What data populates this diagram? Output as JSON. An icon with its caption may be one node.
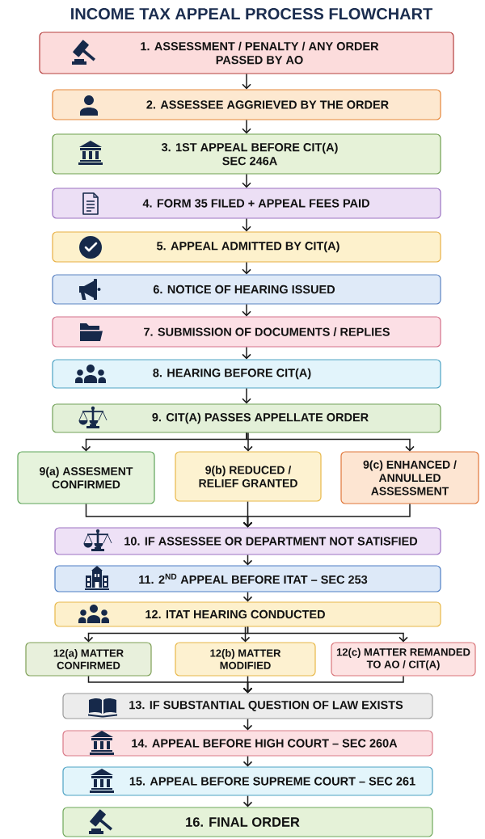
{
  "diagram": {
    "title": "INCOME TAX APPEAL PROCESS FLOWCHART",
    "nodes": [
      {
        "text": [
          "1. ASSESSMENT / PENALTY / ANY ORDER PASSED BY AO"
        ]
      },
      {
        "text": [
          "2. ASSESSEE AGGRIEVED BY THE ORDER"
        ]
      },
      {
        "text": [
          "3. 1ST APPEAL BEFORE CIT(A) SEC 246A"
        ]
      },
      {
        "text": [
          "4. FORM 35 FILED + APPEAL FEES PAID"
        ]
      },
      {
        "text": [
          "5. APPEAL ADMITTED BY CIT(A)"
        ]
      },
      {
        "text": [
          "6. NOTICE OF HEARING ISSUED"
        ]
      },
      {
        "text": [
          "7. SUBMISSION OF DOCUMENTS / REPLIES"
        ]
      },
      {
        "text": [
          "8. HEARING BEFORE CIT(A)"
        ]
      },
      {
        "text": [
          "9. CIT(A) PASSES APPELLATE ORDER"
        ]
      },
      {
        "text": [
          "9(a) ASSESMENT CONFIRMED"
        ]
      },
      {
        "text": [
          "9(b) REDUCED / RELIEF GRANTED"
        ]
      },
      {
        "text": [
          "9(c) ENHANCED / ANNULLED ASSESSMENT"
        ]
      },
      {
        "text": [
          "10. IF ASSESSEE OR DEPARTMENT NOT SATISFIED"
        ]
      },
      {
        "text": [
          "11. 2$^{ND}$ APPEAL BEFORE ITAT – SEC 253"
        ]
      },
      {
        "text": [
          "12. ITAT HEARING CONDUCTED"
        ]
      },
      {
        "text": [
          "12(a) MATTER CONFIRMED"
        ]
      },
      {
        "text": [
          "12(b) MATTER MODIFIED"
        ]
      },
      {
        "text": [
          "12(c) MATTER REMANDED TO AO / CIT(A)"
        ]
      },
      {
        "text": [
          "13. IF SUBSTANTIAL QUESTION OF LAW EXISTS"
        ]
      },
      {
        "text": [
          "14. APPEAL BEFORE HIGH COURT – SEC 260A"
        ]
      },
      {
        "text": [
          "15. APPEAL BEFORE SUPREME COURT – SEC 261"
        ]
      },
      {
        "text": [
          "16. FINAL ORDER"
        ]
      }
    ],
    "edges": [
      {
        "from": 0,
        "to": 1,
        "arrow": "to"
      },
      {
        "from": 1,
        "to": 2,
        "arrow": "to"
      },
      {
        "from": 2,
        "to": 3,
        "arrow": "to"
      },
      {
        "from": 3,
        "to": 4,
        "arrow": "to"
      },
      {
        "from": 4,
        "to": 5,
        "arrow": "to"
      },
      {
        "from": 5,
        "to": 6,
        "arrow": "to"
      },
      {
        "from": 6,
        "to": 7,
        "arrow": "to"
      },
      {
        "from": 7,
        "to": 8,
        "arrow": "to"
      },
      {
        "from": 8,
        "to": 9,
        "arrow": "to"
      },
      {
        "from": 8,
        "to": 10,
        "arrow": "to"
      },
      {
        "from": 8,
        "to": 11,
        "arrow": "to"
      },
      {
        "from": 9,
        "to": 12,
        "arrow": "to"
      },
      {
        "from": 10,
        "to": 12,
        "arrow": "to"
      },
      {
        "from": 11,
        "to": 12,
        "arrow": "to"
      },
      {
        "from": 12,
        "to": 13,
        "arrow": "to"
      },
      {
        "from": 13,
        "to": 14,
        "arrow": "to"
      },
      {
        "from": 14,
        "to": 15,
        "arrow": "to"
      },
      {
        "from": 14,
        "to": 16,
        "arrow": "to"
      },
      {
        "from": 14,
        "to": 17,
        "arrow": "to"
      },
      {
        "from": 15,
        "to": 18,
        "arrow": "to"
      },
      {
        "from": 16,
        "to": 18,
        "arrow": "to"
      },
      {
        "from": 17,
        "to": 18,
        "arrow": "to"
      },
      {
        "from": 18,
        "to": 19,
        "arrow": "to"
      },
      {
        "from": 19,
        "to": 20,
        "arrow": "to"
      },
      {
        "from": 20,
        "to": 21,
        "arrow": "to"
      }
    ]
  }
}
